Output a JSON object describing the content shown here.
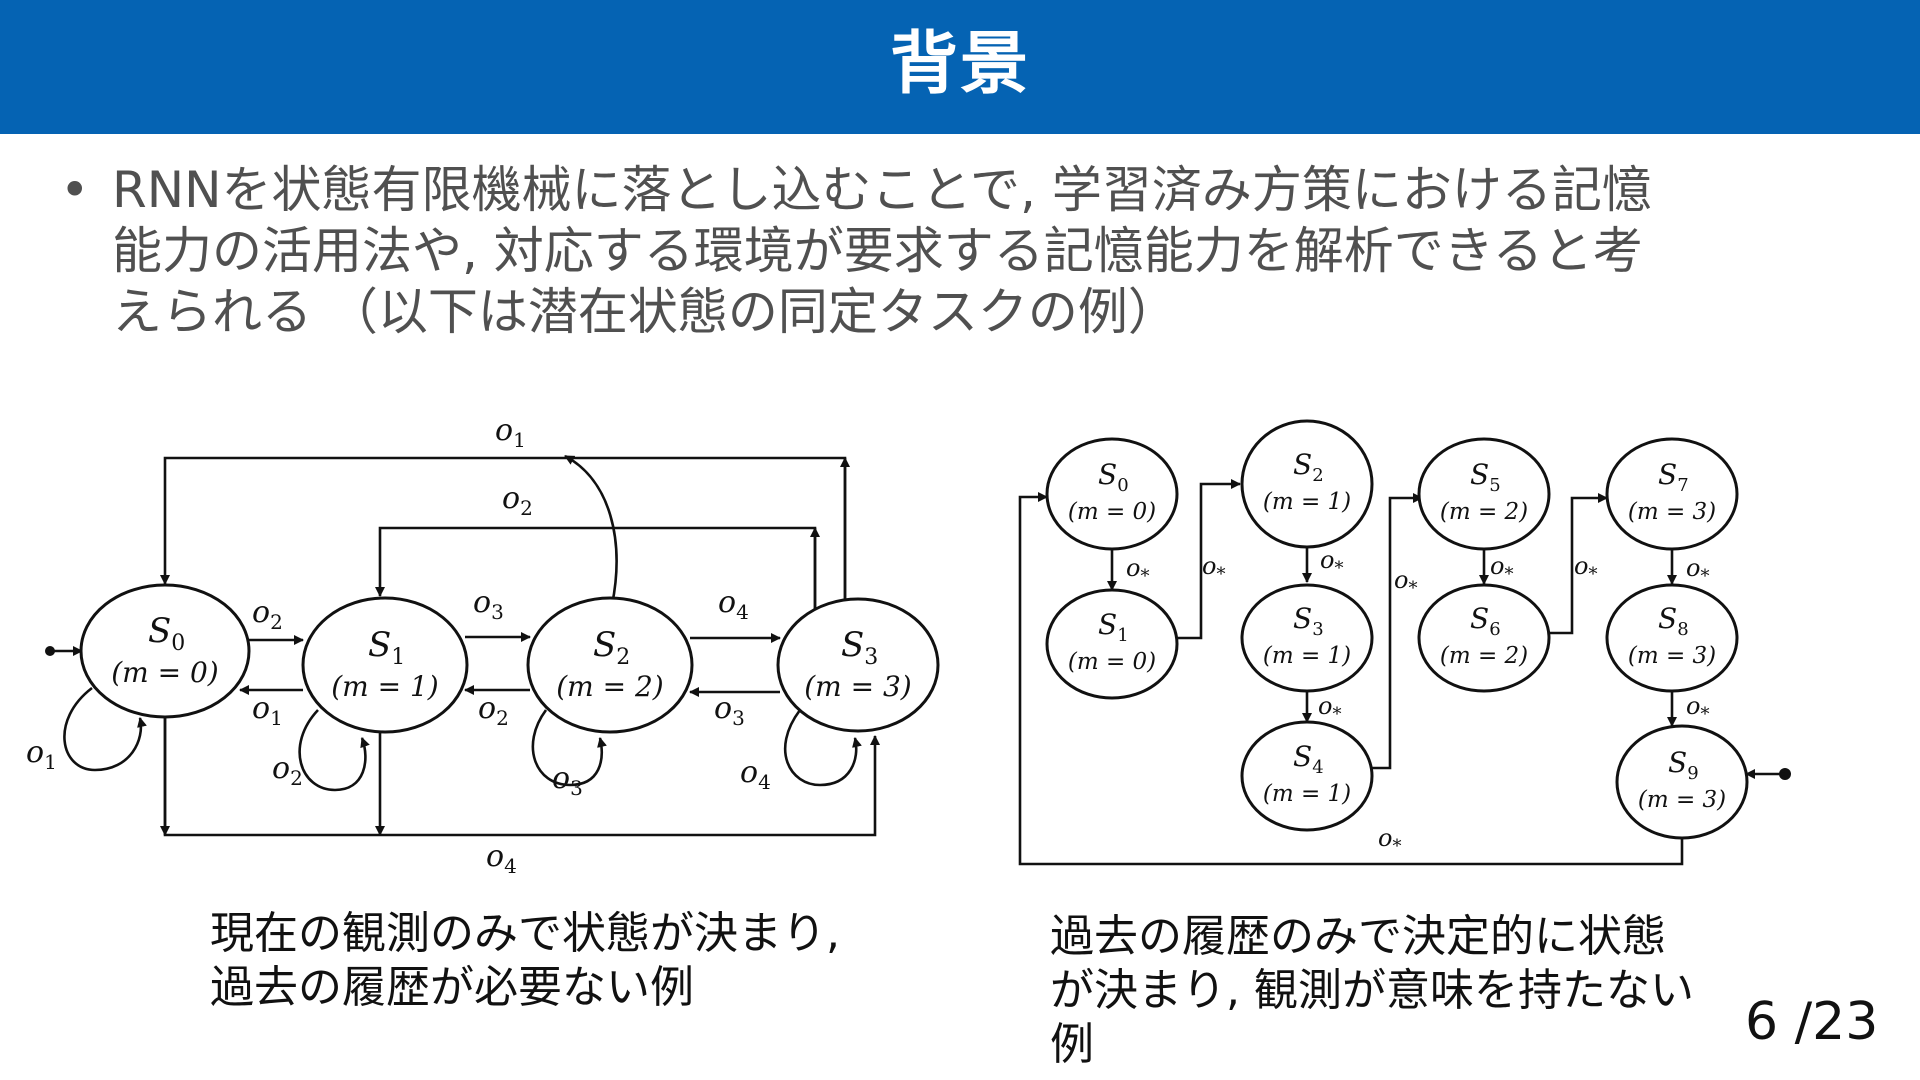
{
  "header": {
    "title": "背景"
  },
  "bullet": {
    "marker": "•",
    "lines": [
      "RNNを状態有限機械に落とし込むことで, 学習済み方策における記憶",
      "能力の活用法や, 対応する環境が要求する記憶能力を解析できると考",
      "えられる （以下は潜在状態の同定タスクの例）"
    ]
  },
  "left_diagram": {
    "states": [
      {
        "name": "S",
        "sub": "0",
        "mem": "(m = 0)"
      },
      {
        "name": "S",
        "sub": "1",
        "mem": "(m = 1)"
      },
      {
        "name": "S",
        "sub": "2",
        "mem": "(m = 2)"
      },
      {
        "name": "S",
        "sub": "3",
        "mem": "(m = 3)"
      }
    ],
    "edge_labels": [
      {
        "text": "o",
        "sub": "1"
      },
      {
        "text": "o",
        "sub": "2"
      },
      {
        "text": "o",
        "sub": "2"
      },
      {
        "text": "o",
        "sub": "3"
      },
      {
        "text": "o",
        "sub": "4"
      },
      {
        "text": "o",
        "sub": "1"
      },
      {
        "text": "o",
        "sub": "2"
      },
      {
        "text": "o",
        "sub": "3"
      },
      {
        "text": "o",
        "sub": "1"
      },
      {
        "text": "o",
        "sub": "2"
      },
      {
        "text": "o",
        "sub": "3"
      },
      {
        "text": "o",
        "sub": "4"
      },
      {
        "text": "o",
        "sub": "4"
      }
    ],
    "caption": [
      "現在の観測のみで状態が決まり,",
      "過去の履歴が必要ない例"
    ]
  },
  "right_diagram": {
    "states": [
      {
        "name": "S",
        "sub": "0",
        "mem": "(m = 0)"
      },
      {
        "name": "S",
        "sub": "1",
        "mem": "(m = 0)"
      },
      {
        "name": "S",
        "sub": "2",
        "mem": "(m = 1)"
      },
      {
        "name": "S",
        "sub": "3",
        "mem": "(m = 1)"
      },
      {
        "name": "S",
        "sub": "4",
        "mem": "(m = 1)"
      },
      {
        "name": "S",
        "sub": "5",
        "mem": "(m = 2)"
      },
      {
        "name": "S",
        "sub": "6",
        "mem": "(m = 2)"
      },
      {
        "name": "S",
        "sub": "7",
        "mem": "(m = 3)"
      },
      {
        "name": "S",
        "sub": "8",
        "mem": "(m = 3)"
      },
      {
        "name": "S",
        "sub": "9",
        "mem": "(m = 3)"
      }
    ],
    "edge_label": {
      "text": "o",
      "sub": "*"
    },
    "caption": [
      "過去の履歴のみで決定的に状態",
      "が決まり, 観測が意味を持たない",
      "例"
    ]
  },
  "page": {
    "current": "6",
    "separator": "/",
    "total": "23"
  }
}
